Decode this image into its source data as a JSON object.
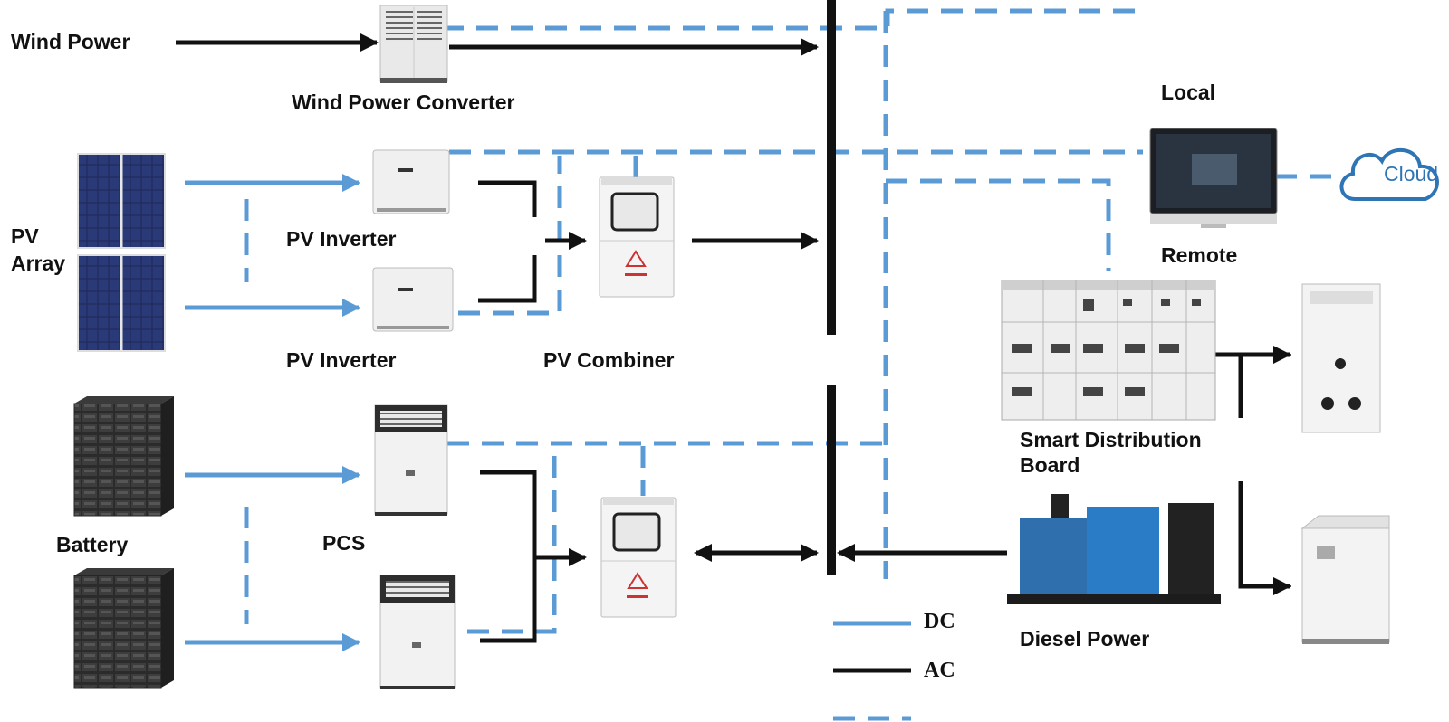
{
  "labels": {
    "wind_power": "Wind Power",
    "wind_power_converter": "Wind Power Converter",
    "pv_array": [
      "PV",
      "Array"
    ],
    "pv_inverter_1": "PV Inverter",
    "pv_inverter_2": "PV Inverter",
    "pv_combiner": "PV Combiner",
    "battery": "Battery",
    "pcs": "PCS",
    "local": "Local",
    "remote": "Remote",
    "cloud": "Cloud",
    "smart_distribution_board": [
      "Smart Distribution",
      "Board"
    ],
    "diesel_power": "Diesel Power"
  },
  "legend": {
    "dc": "DC",
    "ac": "AC"
  },
  "colors": {
    "dc": "#5b9bd5",
    "ac": "#111111",
    "cloud": "#2e75b6"
  }
}
